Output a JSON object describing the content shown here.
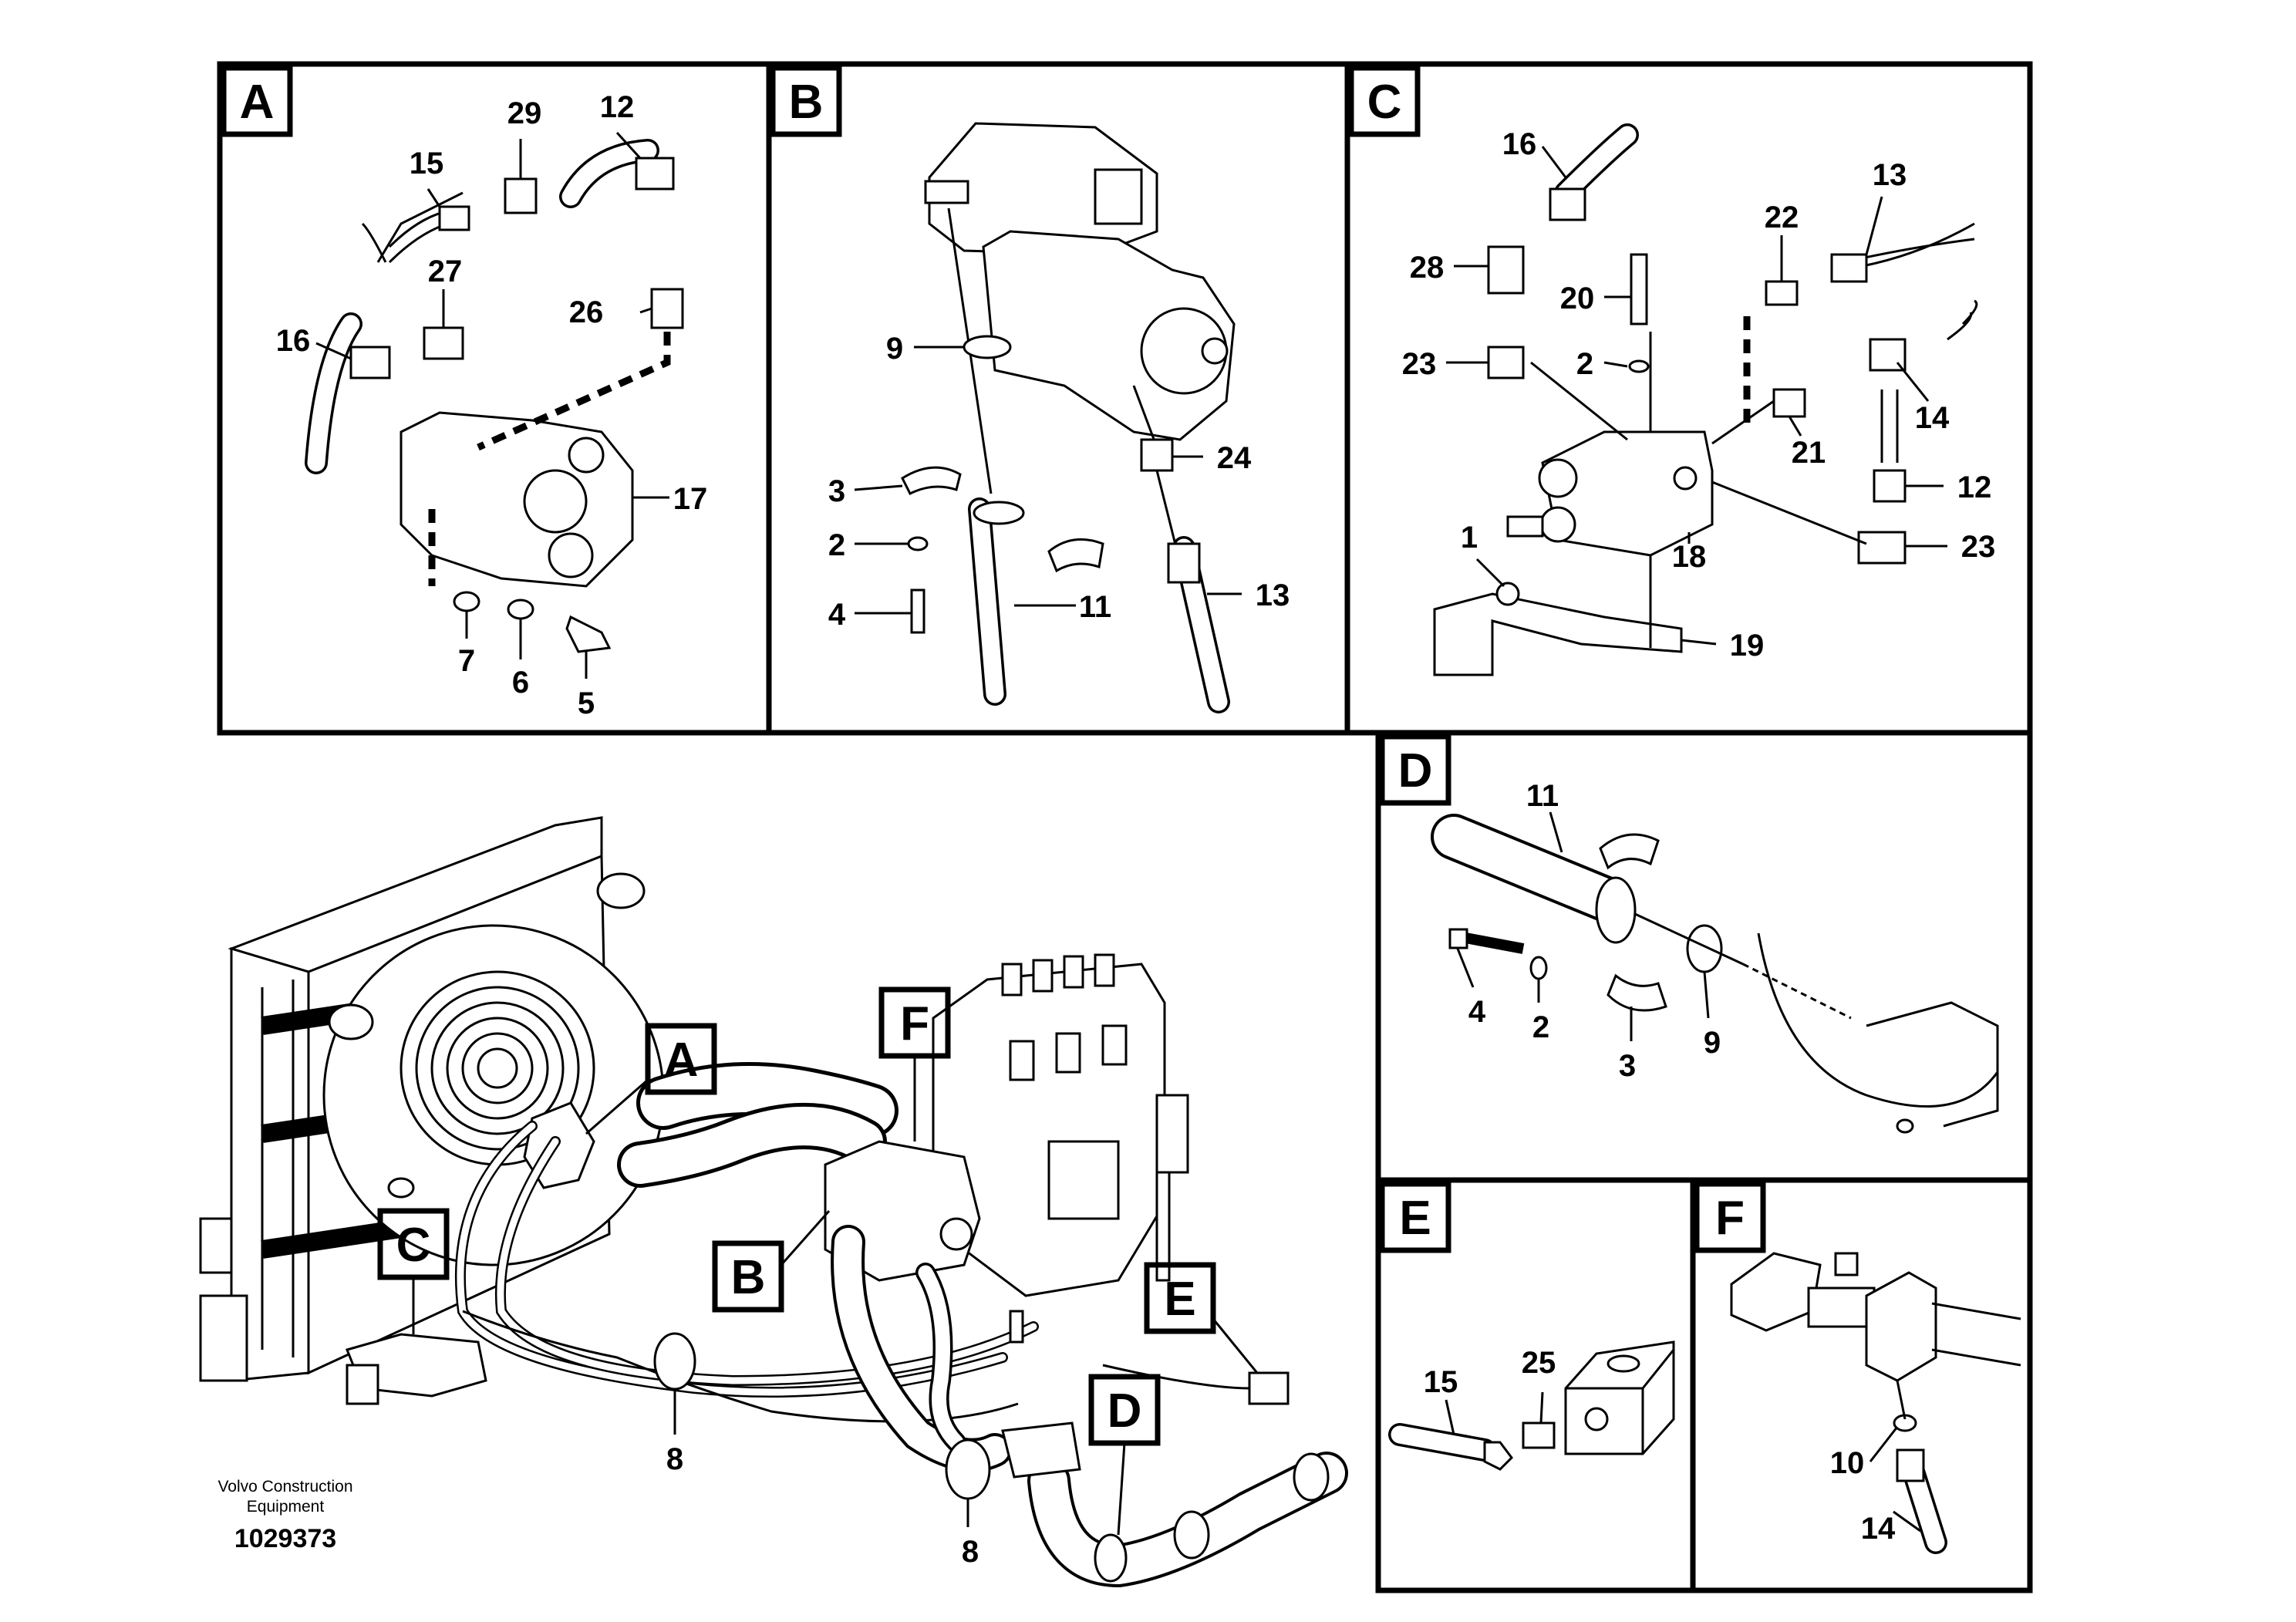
{
  "panels": {
    "A": {
      "tag": "A",
      "callouts": [
        "29",
        "12",
        "15",
        "27",
        "26",
        "16",
        "17",
        "7",
        "6",
        "5"
      ]
    },
    "B": {
      "tag": "B",
      "callouts": [
        "9",
        "24",
        "3",
        "2",
        "4",
        "11",
        "13"
      ]
    },
    "C": {
      "tag": "C",
      "callouts": [
        "16",
        "13",
        "22",
        "28",
        "20",
        "2",
        "23",
        "14",
        "21",
        "12",
        "1",
        "18",
        "23",
        "19"
      ]
    },
    "D": {
      "tag": "D",
      "callouts": [
        "11",
        "4",
        "2",
        "3",
        "9"
      ]
    },
    "E": {
      "tag": "E",
      "callouts": [
        "15",
        "25"
      ]
    },
    "F": {
      "tag": "F",
      "callouts": [
        "10",
        "14"
      ]
    }
  },
  "overview": {
    "locators": [
      "A",
      "B",
      "C",
      "D",
      "E",
      "F"
    ],
    "callouts": [
      "8",
      "8"
    ]
  },
  "footer": {
    "company_line1": "Volvo Construction",
    "company_line2": "Equipment",
    "drawing_number": "1029373"
  }
}
